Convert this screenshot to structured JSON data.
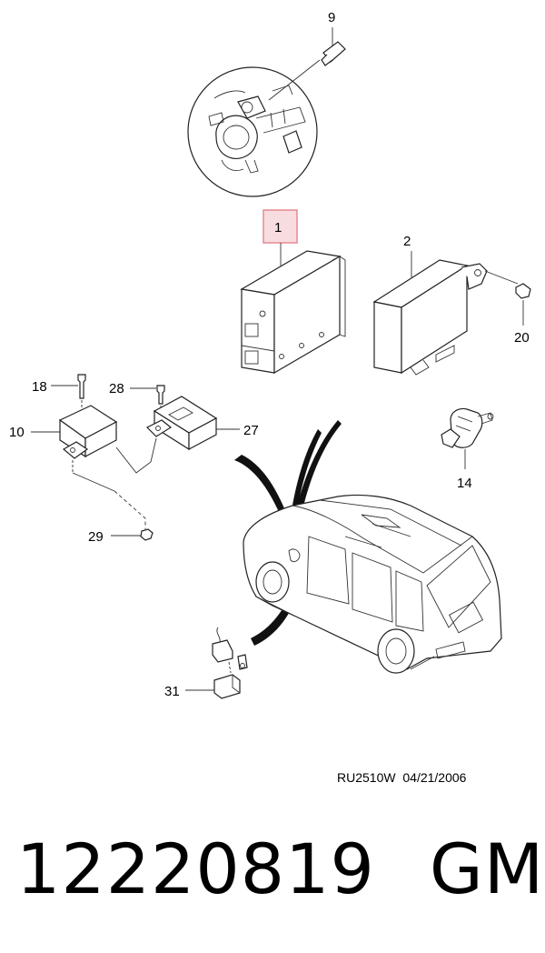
{
  "callouts": [
    {
      "id": "9",
      "label": "9"
    },
    {
      "id": "1",
      "label": "1"
    },
    {
      "id": "2",
      "label": "2"
    },
    {
      "id": "20",
      "label": "20"
    },
    {
      "id": "18",
      "label": "18"
    },
    {
      "id": "28",
      "label": "28"
    },
    {
      "id": "10",
      "label": "10"
    },
    {
      "id": "27",
      "label": "27"
    },
    {
      "id": "14",
      "label": "14"
    },
    {
      "id": "29",
      "label": "29"
    },
    {
      "id": "31",
      "label": "31"
    }
  ],
  "highlight_color": "#e58a92",
  "reference": {
    "code": "RU2510W",
    "date": "04/21/2006"
  },
  "part_number": "12220819",
  "brand": "GM"
}
